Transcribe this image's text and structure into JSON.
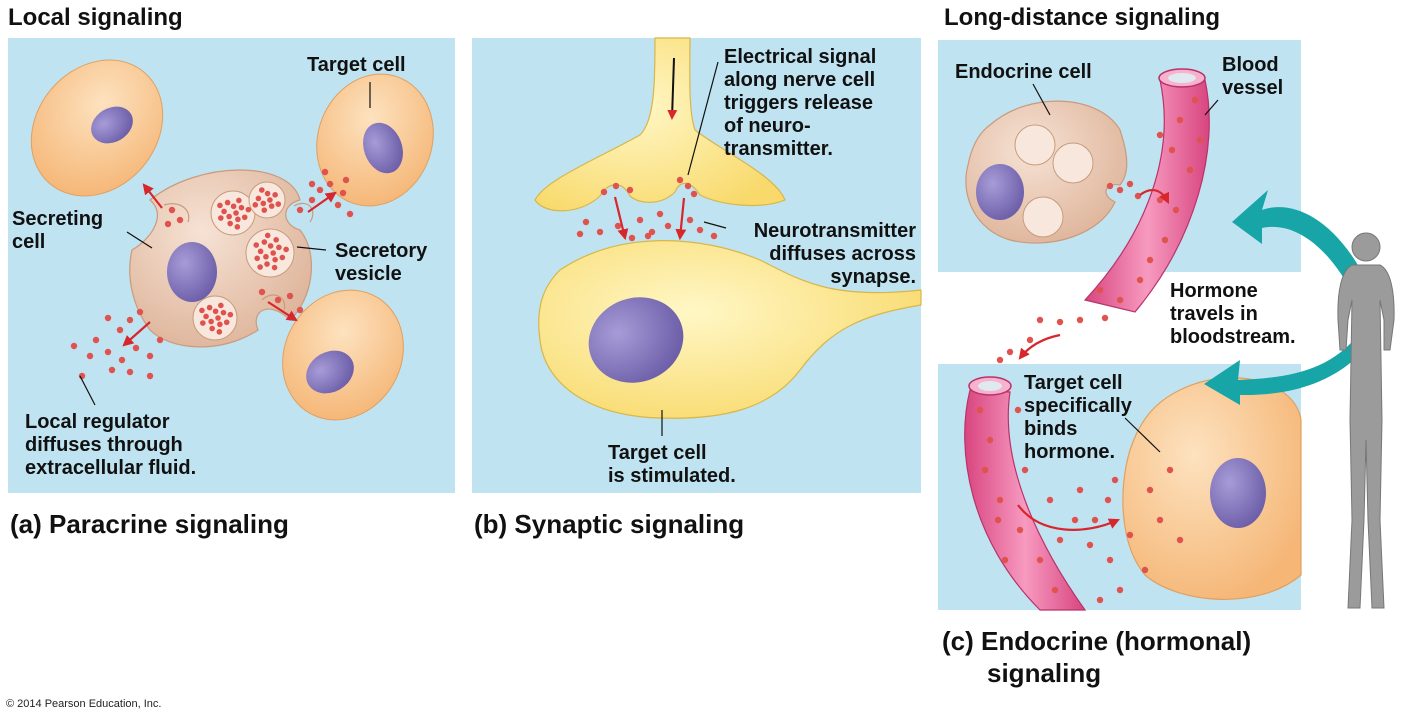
{
  "headings": {
    "local": "Local signaling",
    "long_distance": "Long-distance signaling"
  },
  "paracrine": {
    "label_target_cell": "Target cell",
    "label_secreting_cell": "Secreting\ncell",
    "label_secretory_vesicle": "Secretory\nvesicle",
    "label_local_regulator": "Local regulator\ndiffuses through\nextracellular fluid.",
    "caption": "(a) Paracrine signaling"
  },
  "synaptic": {
    "label_electrical_signal": "Electrical signal\nalong nerve cell\ntriggers release\nof neuro-\ntransmitter.",
    "label_neurotransmitter": "Neurotransmitter\ndiffuses across\nsynapse.",
    "label_target_cell": "Target cell\nis stimulated.",
    "caption": "(b) Synaptic signaling"
  },
  "endocrine": {
    "label_endocrine_cell": "Endocrine cell",
    "label_blood_vessel": "Blood\nvessel",
    "label_hormone": "Hormone\ntravels in\nbloodstream.",
    "label_target_cell": "Target cell\nspecifically\nbinds\nhormone.",
    "caption_line1": "(c) Endocrine (hormonal)",
    "caption_line2": "signaling"
  },
  "copyright": "© 2014 Pearson Education, Inc.",
  "colors": {
    "panel_bg": "#bfe3f0",
    "cell_orange": "#f9c98f",
    "secreting_cell": "#eccab3",
    "nucleus": "#7f70b8",
    "neuron_yellow": "#fde891",
    "vessel_pink": "#ec6f9e",
    "molecule_red": "#e0524e",
    "arrow_red": "#d7262c",
    "teal_arrow": "#17a5a8",
    "human_gray": "#9b9b9b"
  }
}
